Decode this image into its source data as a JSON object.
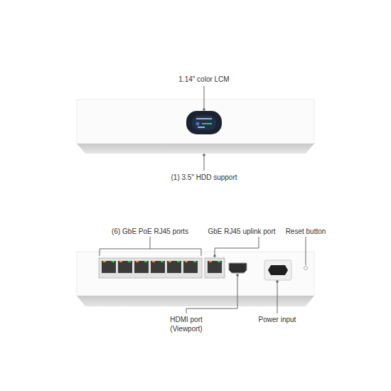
{
  "diagram": {
    "labels": [
      "1.14\" color LCM",
      "(1) 3.5\" HDD support",
      "(6) GbE PoE RJ45 ports",
      "GbE RJ45 uplink port",
      "Reset button",
      "HDMI port (Viewport)",
      "Power input"
    ]
  }
}
